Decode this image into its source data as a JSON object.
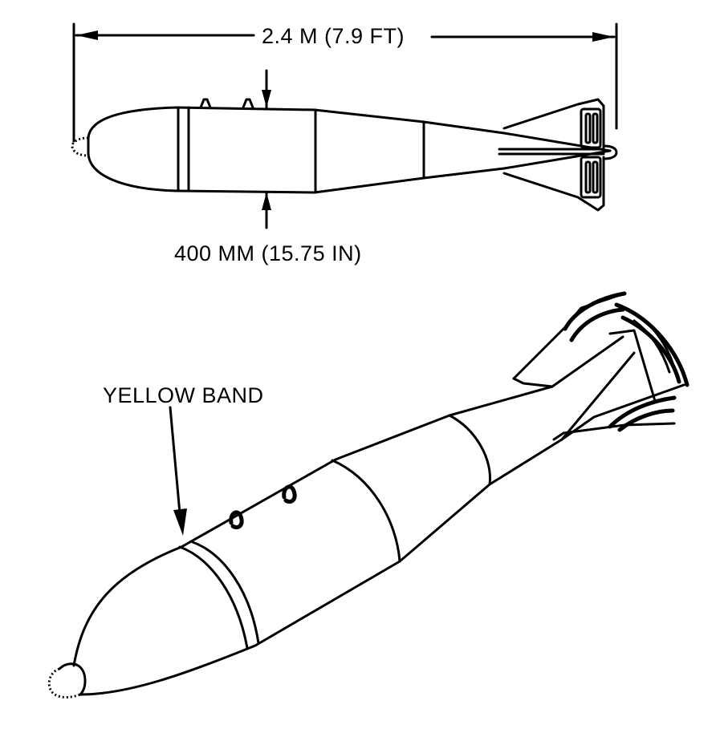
{
  "labels": {
    "length": "2.4 M (7.9 FT)",
    "diameter": "400 MM (15.75 IN)",
    "band": "YELLOW BAND"
  },
  "colors": {
    "ink": "#000000",
    "background": "#ffffff"
  }
}
